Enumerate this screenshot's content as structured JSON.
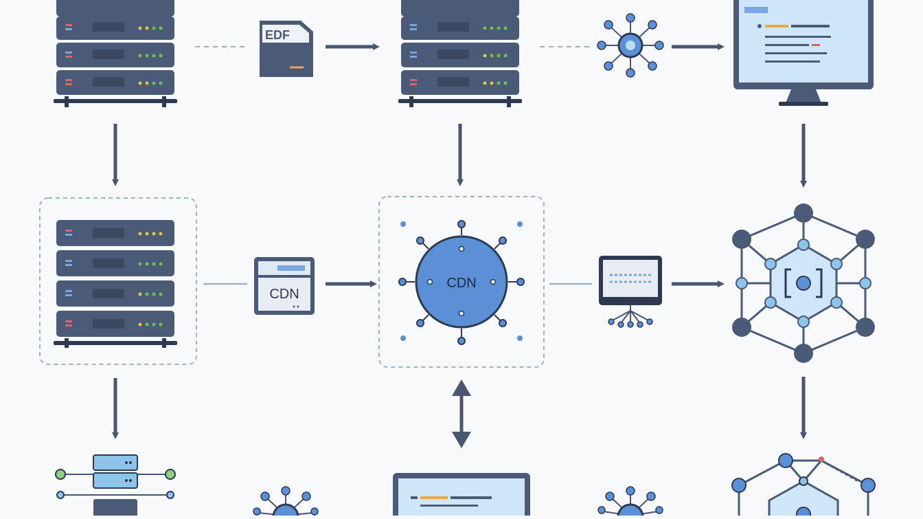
{
  "diagram": {
    "labels": {
      "edge_file": "EDF",
      "cdn_file": "CDN",
      "cdn_globe": "CDN"
    },
    "icons": {
      "server_rack": "server-rack-icon",
      "file_box": "file-box-icon",
      "network_node": "network-node-icon",
      "monitor": "monitor-icon",
      "cdn_globe": "cdn-globe-icon",
      "hex_network": "hexagon-network-icon",
      "small_server": "small-server-stack-icon",
      "small_monitor": "small-monitor-network-icon"
    },
    "colors": {
      "rack_body": "#4b5b77",
      "rack_dark": "#2f3a52",
      "accent_blue": "#5b8fd6",
      "light_blue": "#bcdcf3",
      "arrow": "#4a5670",
      "led_yellow": "#e5c24a",
      "led_green": "#6cbf58",
      "led_red": "#d96666",
      "dash": "#9fb3c8"
    }
  }
}
